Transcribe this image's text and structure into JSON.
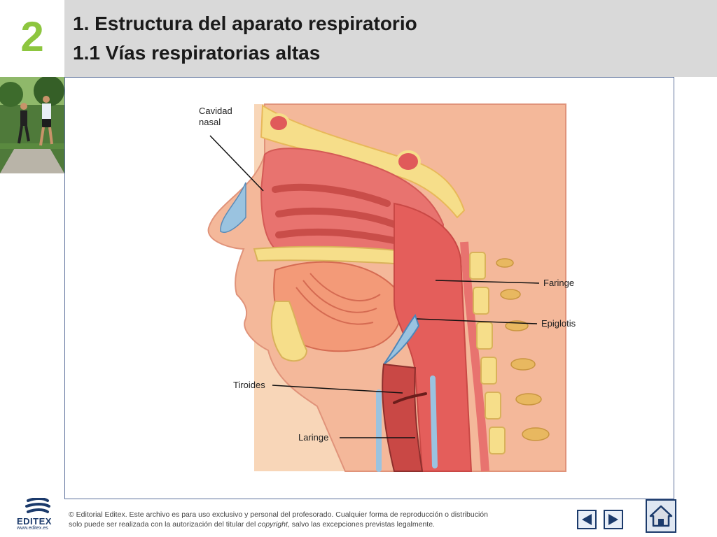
{
  "header": {
    "number": "2",
    "title_line1": "1. Estructura del aparato respiratorio",
    "title_line2": "1.1 Vías respiratorias altas",
    "number_color": "#8dc63f",
    "background": "#d9d9d9"
  },
  "diagram": {
    "labels": {
      "cavidad_line1": "Cavidad",
      "cavidad_line2": "nasal",
      "faringe": "Faringe",
      "epiglotis": "Epiglotis",
      "tiroides": "Tiroides",
      "laringe": "Laringe"
    }
  },
  "footer": {
    "logo_text": "EDITEX",
    "logo_url": "www.editex.es",
    "copyright_line1": "© Editorial Editex. Este archivo es para uso exclusivo y personal del profesorado. Cualquier forma de reproducción o distribución",
    "copyright_line2_a": "solo puede ser realizada con la autorización del titular del ",
    "copyright_line2_em": "copyright",
    "copyright_line2_b": ", salvo las excepciones previstas legalmente.",
    "prev_icon": "triangle-left-icon",
    "next_icon": "triangle-right-icon",
    "home_icon": "home-icon"
  }
}
